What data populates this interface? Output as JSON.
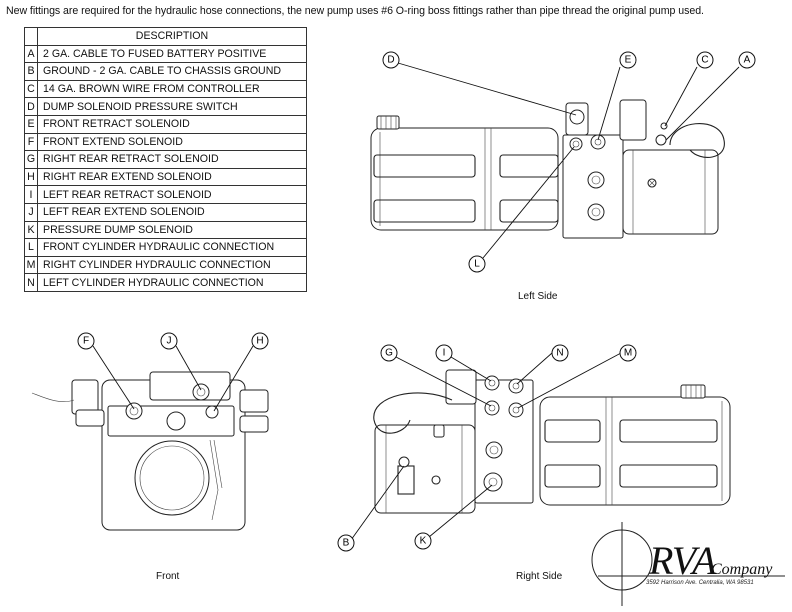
{
  "note": "New fittings are required for the hydraulic hose connections, the new pump uses #6 O-ring boss fittings rather than pipe thread the original pump used.",
  "legend": {
    "header": "DESCRIPTION",
    "rows": [
      {
        "key": "A",
        "text": "2 GA. CABLE TO FUSED BATTERY POSITIVE"
      },
      {
        "key": "B",
        "text": "GROUND - 2 GA. CABLE TO CHASSIS GROUND"
      },
      {
        "key": "C",
        "text": "14 GA. BROWN WIRE FROM CONTROLLER"
      },
      {
        "key": "D",
        "text": "DUMP SOLENOID PRESSURE SWITCH"
      },
      {
        "key": "E",
        "text": "FRONT RETRACT SOLENOID"
      },
      {
        "key": "F",
        "text": "FRONT EXTEND SOLENOID"
      },
      {
        "key": "G",
        "text": "RIGHT REAR RETRACT SOLENOID"
      },
      {
        "key": "H",
        "text": "RIGHT REAR EXTEND SOLENOID"
      },
      {
        "key": "I",
        "text": "LEFT REAR RETRACT SOLENOID"
      },
      {
        "key": "J",
        "text": "LEFT REAR EXTEND SOLENOID"
      },
      {
        "key": "K",
        "text": "PRESSURE DUMP SOLENOID"
      },
      {
        "key": "L",
        "text": "FRONT CYLINDER HYDRAULIC CONNECTION"
      },
      {
        "key": "M",
        "text": "RIGHT CYLINDER HYDRAULIC CONNECTION"
      },
      {
        "key": "N",
        "text": "LEFT CYLINDER HYDRAULIC CONNECTION"
      }
    ]
  },
  "views": {
    "left_side": "Left Side",
    "front": "Front",
    "right_side": "Right Side"
  },
  "callouts": {
    "left_side": [
      "D",
      "E",
      "C",
      "A",
      "L"
    ],
    "front": [
      "F",
      "J",
      "H"
    ],
    "right_side": [
      "G",
      "I",
      "N",
      "M",
      "B",
      "K"
    ]
  },
  "logo": {
    "word": "RVA",
    "company": "Company",
    "address": "3592 Harrison Ave. Centralia, WA 98531"
  }
}
